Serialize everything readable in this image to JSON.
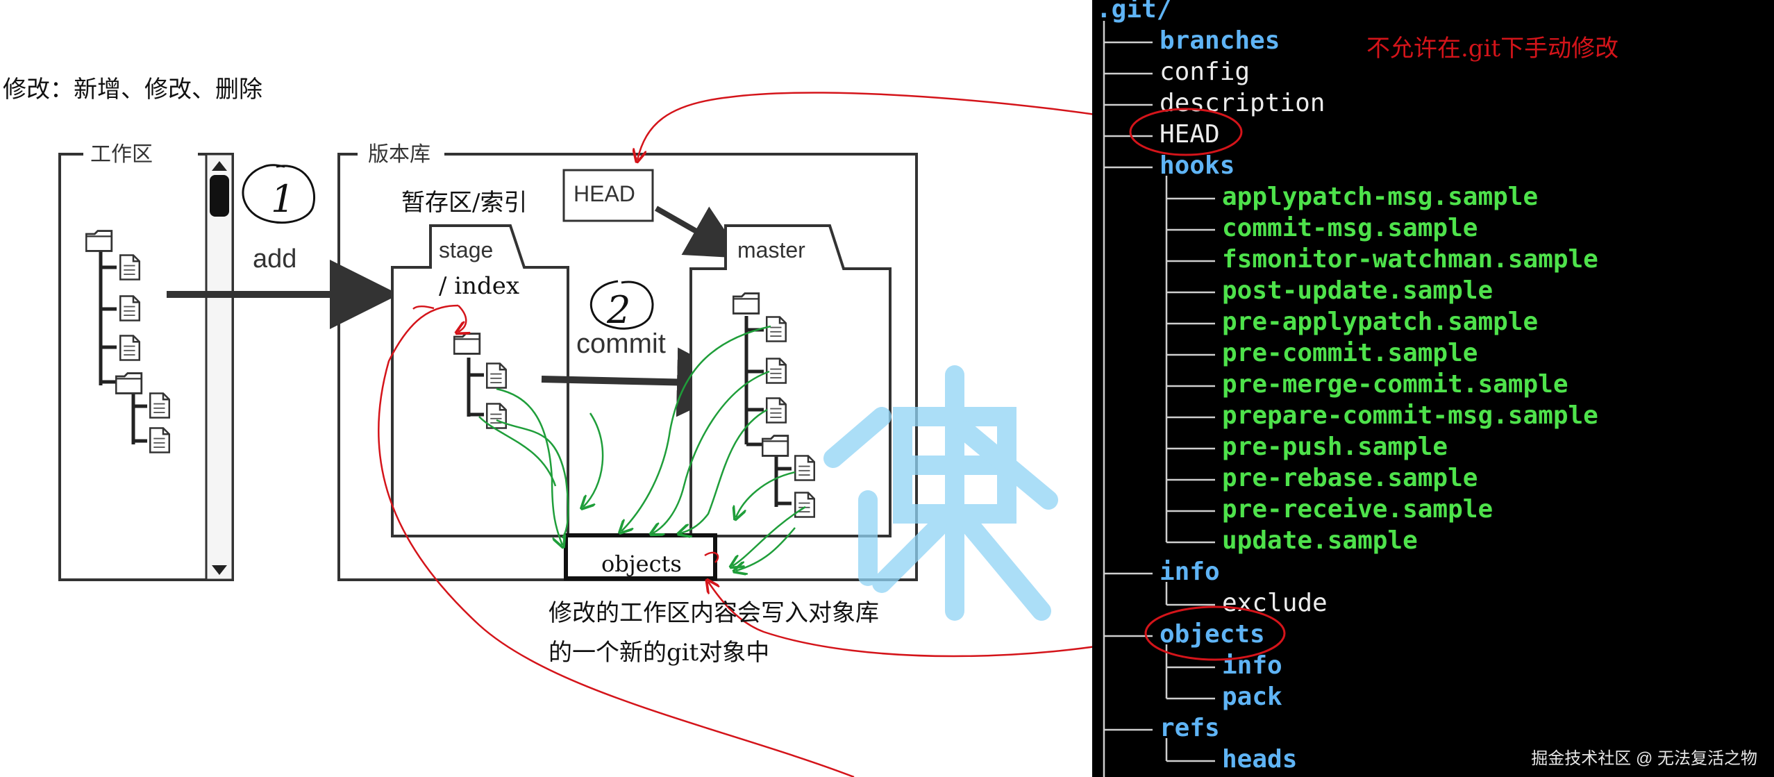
{
  "left": {
    "heading": "修改：新增、修改、删除",
    "workspace_label": "工作区",
    "repo_label": "版本库",
    "step1": "1",
    "step2": "2",
    "add_label": "add",
    "commit_label": "commit",
    "stage_cn_label": "暂存区/索引",
    "head_box": "HEAD",
    "stage_tab": "stage",
    "index_label": "/ index",
    "master_tab": "master",
    "objects_box": "objects",
    "note_line1": "修改的工作区内容会写入对象库",
    "note_line2": "的一个新的git对象中"
  },
  "right": {
    "annotation": "不允许在.git下手动修改",
    "root": ".git/",
    "entries": [
      {
        "name": "branches",
        "kind": "dir",
        "depth": 1
      },
      {
        "name": "config",
        "kind": "file",
        "depth": 1
      },
      {
        "name": "description",
        "kind": "file",
        "depth": 1
      },
      {
        "name": "HEAD",
        "kind": "file",
        "depth": 1
      },
      {
        "name": "hooks",
        "kind": "dir",
        "depth": 1
      },
      {
        "name": "applypatch-msg.sample",
        "kind": "exec",
        "depth": 2
      },
      {
        "name": "commit-msg.sample",
        "kind": "exec",
        "depth": 2
      },
      {
        "name": "fsmonitor-watchman.sample",
        "kind": "exec",
        "depth": 2
      },
      {
        "name": "post-update.sample",
        "kind": "exec",
        "depth": 2
      },
      {
        "name": "pre-applypatch.sample",
        "kind": "exec",
        "depth": 2
      },
      {
        "name": "pre-commit.sample",
        "kind": "exec",
        "depth": 2
      },
      {
        "name": "pre-merge-commit.sample",
        "kind": "exec",
        "depth": 2
      },
      {
        "name": "prepare-commit-msg.sample",
        "kind": "exec",
        "depth": 2
      },
      {
        "name": "pre-push.sample",
        "kind": "exec",
        "depth": 2
      },
      {
        "name": "pre-rebase.sample",
        "kind": "exec",
        "depth": 2
      },
      {
        "name": "pre-receive.sample",
        "kind": "exec",
        "depth": 2
      },
      {
        "name": "update.sample",
        "kind": "exec",
        "depth": 2
      },
      {
        "name": "info",
        "kind": "dir",
        "depth": 1
      },
      {
        "name": "exclude",
        "kind": "file",
        "depth": 2
      },
      {
        "name": "objects",
        "kind": "dir",
        "depth": 1
      },
      {
        "name": "info",
        "kind": "dir",
        "depth": 2
      },
      {
        "name": "pack",
        "kind": "dir",
        "depth": 2
      },
      {
        "name": "refs",
        "kind": "dir",
        "depth": 1
      },
      {
        "name": "heads",
        "kind": "dir",
        "depth": 2
      }
    ],
    "credit": "掘金技术社区 @ 无法复活之物"
  },
  "colors": {
    "dir": "#5fb4f5",
    "file": "#ececec",
    "exec": "#4ee24b",
    "red_annotation": "#d4141a",
    "green_annotation": "#1f9e3a",
    "watermark": "#8fd3f5"
  }
}
